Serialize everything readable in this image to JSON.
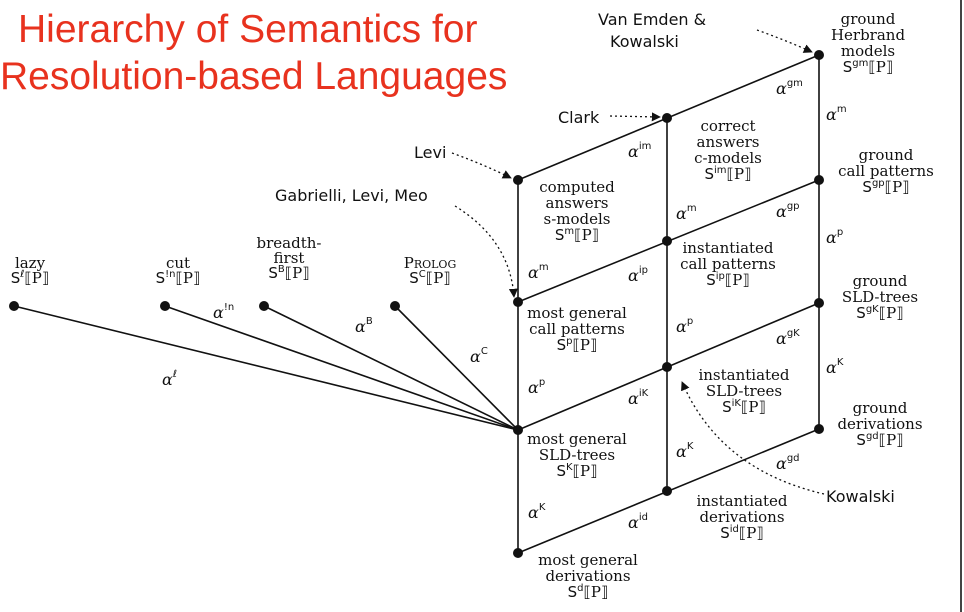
{
  "title": {
    "line1": "Hierarchy of Semantics for",
    "line2": "Resolution-based Languages",
    "color": "#e8321e"
  },
  "nodes": {
    "ground_herbrand": {
      "lines": [
        "ground",
        "Herbrand",
        "models"
      ],
      "sem": "S",
      "sup": "gm"
    },
    "correct_answers": {
      "lines": [
        "correct",
        "answers",
        "c-models"
      ],
      "sem": "S",
      "sup": "im"
    },
    "ground_call": {
      "lines": [
        "ground",
        "call patterns"
      ],
      "sem": "S",
      "sup": "gp"
    },
    "computed_answers": {
      "lines": [
        "computed",
        "answers",
        "s-models"
      ],
      "sem": "S",
      "sup": "m"
    },
    "inst_call": {
      "lines": [
        "instantiated",
        "call patterns"
      ],
      "sem": "S",
      "sup": "ip"
    },
    "ground_sld": {
      "lines": [
        "ground",
        "SLD-trees"
      ],
      "sem": "S",
      "sup": "gK"
    },
    "mg_call": {
      "lines": [
        "most general",
        "call patterns"
      ],
      "sem": "S",
      "sup": "p"
    },
    "inst_sld": {
      "lines": [
        "instantiated",
        "SLD-trees"
      ],
      "sem": "S",
      "sup": "iK"
    },
    "ground_deriv": {
      "lines": [
        "ground",
        "derivations"
      ],
      "sem": "S",
      "sup": "gd"
    },
    "mg_sld": {
      "lines": [
        "most general",
        "SLD-trees"
      ],
      "sem": "S",
      "sup": "K"
    },
    "inst_deriv": {
      "lines": [
        "instantiated",
        "derivations"
      ],
      "sem": "S",
      "sup": "id"
    },
    "mg_deriv": {
      "lines": [
        "most general",
        "derivations"
      ],
      "sem": "S",
      "sup": "d"
    },
    "lazy": {
      "lines": [
        "lazy"
      ],
      "sem": "S",
      "sup": "ℓ"
    },
    "cut": {
      "lines": [
        "cut"
      ],
      "sem": "S",
      "sup": "!n"
    },
    "breadth": {
      "lines": [
        "breadth-",
        "first"
      ],
      "sem": "S",
      "sup": "B"
    },
    "prolog": {
      "lines": [
        "Prolog"
      ],
      "sem": "S",
      "sup": "C"
    }
  },
  "semantics_arg": "⟦P⟧",
  "arrows": {
    "gm": "gm",
    "m_right": "m",
    "im": "im",
    "gp": "gp",
    "m_mid": "m",
    "p_right": "p",
    "ip": "ip",
    "m_left": "m",
    "gK": "gK",
    "p_mid": "p",
    "K_right": "K",
    "iK": "iK",
    "p_left": "p",
    "gd": "gd",
    "K_mid": "K",
    "id": "id",
    "K_left": "K",
    "lazy": "ℓ",
    "cut": "!n",
    "breadth": "B",
    "prolog": "C"
  },
  "alpha": "α",
  "annotations": {
    "van_emden": [
      "Van Emden &",
      "Kowalski"
    ],
    "clark": "Clark",
    "levi": "Levi",
    "gabrielli": "Gabrielli, Levi, Meo",
    "kowalski": "Kowalski"
  }
}
